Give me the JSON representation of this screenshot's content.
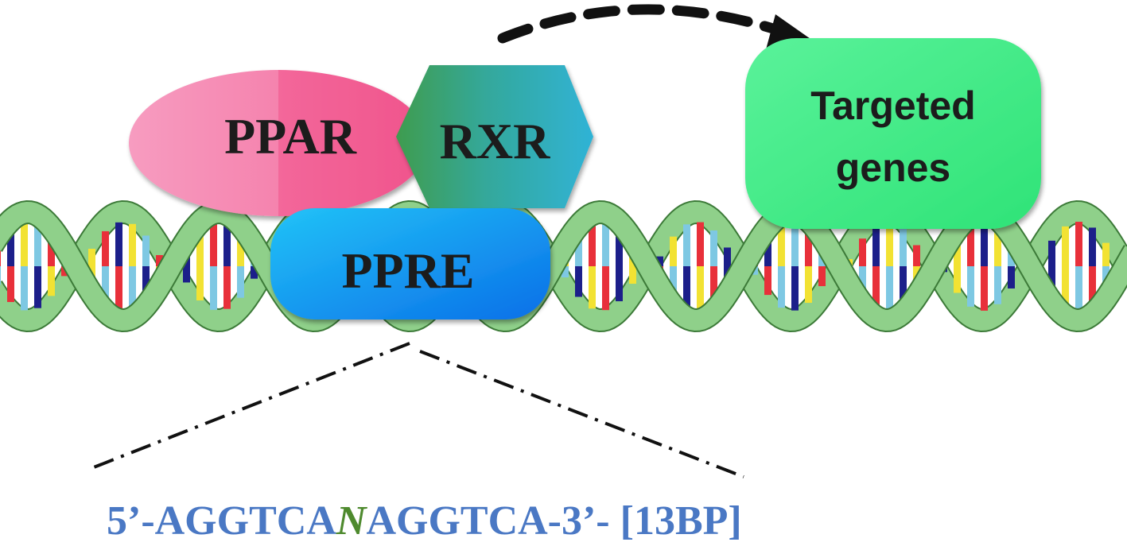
{
  "labels": {
    "ppar": "PPAR",
    "rxr": "RXR",
    "ppre": "PPRE",
    "targeted_line1": "Targeted",
    "targeted_line2": "genes"
  },
  "sequence": {
    "prefix": "5’-AGGTCA",
    "spacer": "N",
    "suffix": "AGGTCA-3’- [13BP]"
  },
  "colors": {
    "ppar": "#f46ea0",
    "rxr_left": "#3f9c4e",
    "rxr_right": "#2fb3d6",
    "ppre": "#1592ee",
    "targeted_genes": "#3eea80",
    "sequence_text": "#4a78c4",
    "spacer_text": "#4e8a2e",
    "dna_strand": "#8fd08a",
    "dna_strand_edge": "#3c7a38"
  }
}
